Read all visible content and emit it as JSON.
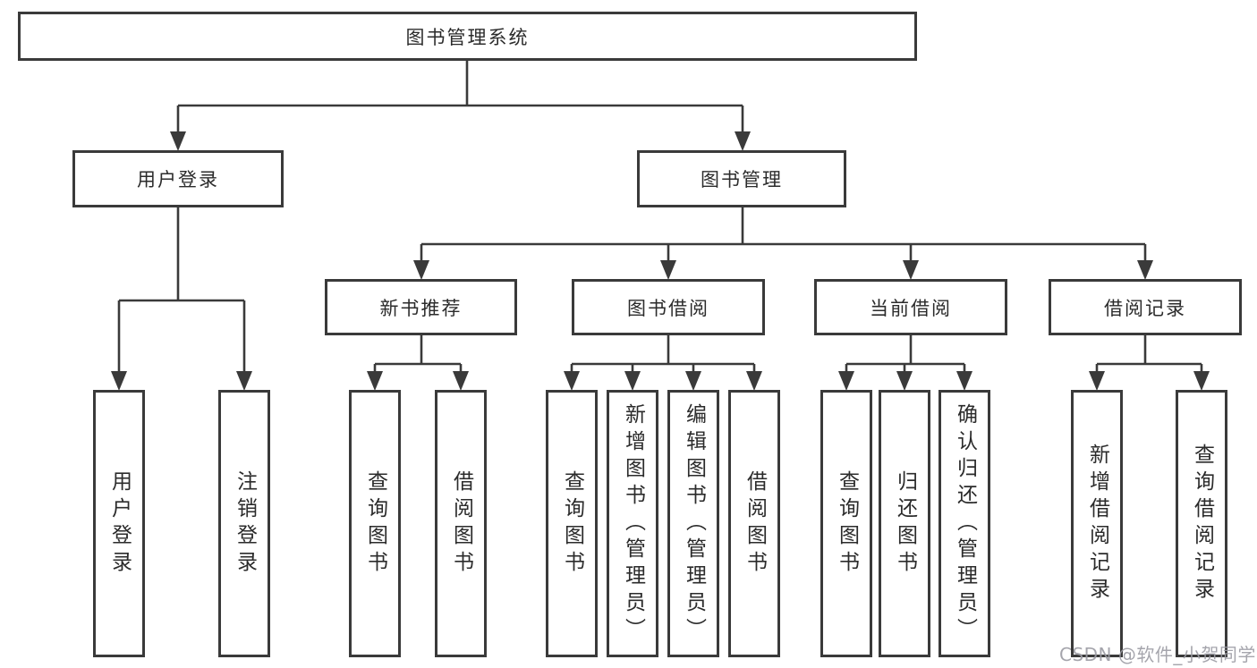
{
  "colors": {
    "background": "#ffffff",
    "line": "#3a3a3a",
    "box_border": "#3a3a3a",
    "text": "#2b2b2b",
    "watermark": "#9c9ca4"
  },
  "watermark": "CSDN @软件_小贺同学",
  "tree": {
    "root": "图书管理系统",
    "branches": [
      {
        "label": "用户登录",
        "children": [
          "用户登录",
          "注销登录"
        ]
      },
      {
        "label": "图书管理",
        "children": [
          {
            "label": "新书推荐",
            "children": [
              "查询图书",
              "借阅图书"
            ]
          },
          {
            "label": "图书借阅",
            "children": [
              "查询图书",
              "新增图书（管理员）",
              "编辑图书（管理员）",
              "借阅图书"
            ]
          },
          {
            "label": "当前借阅",
            "children": [
              "查询图书",
              "归还图书",
              "确认归还（管理员）"
            ]
          },
          {
            "label": "借阅记录",
            "children": [
              "新增借阅记录",
              "查询借阅记录"
            ]
          }
        ]
      }
    ]
  }
}
